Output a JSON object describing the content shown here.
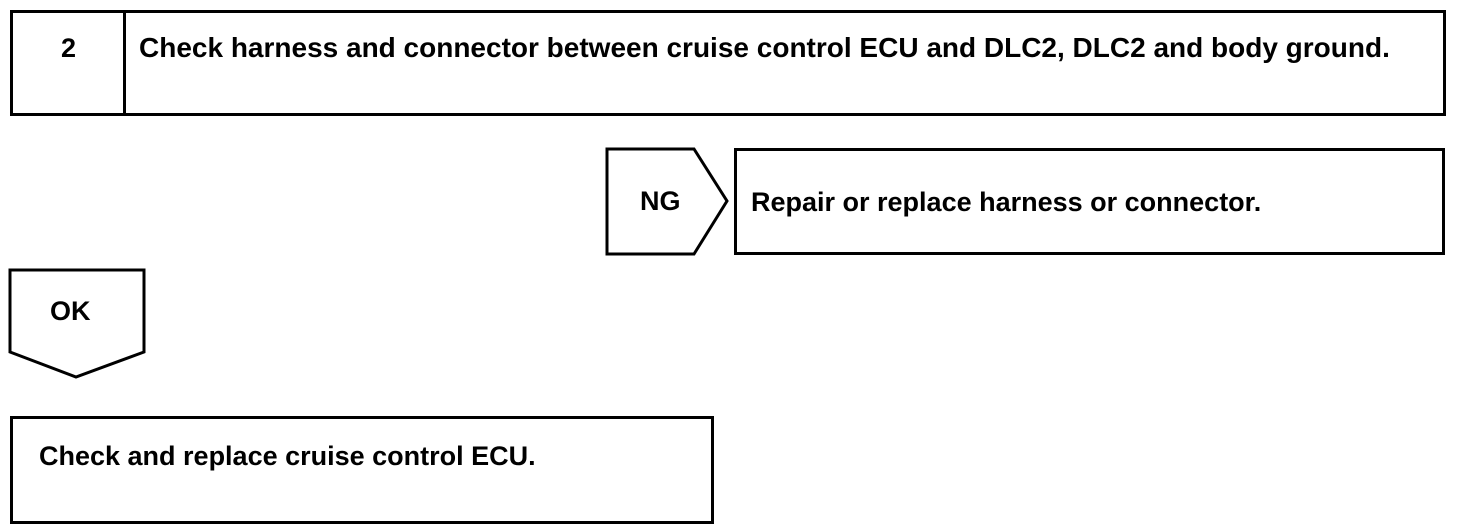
{
  "step": {
    "number": "2",
    "title": "Check harness and connector between cruise control ECU and DLC2, DLC2 and body ground."
  },
  "ng_branch": {
    "label": "NG",
    "action": "Repair or replace harness or connector."
  },
  "ok_branch": {
    "label": "OK"
  },
  "final_step": {
    "action": "Check and replace cruise control ECU."
  }
}
